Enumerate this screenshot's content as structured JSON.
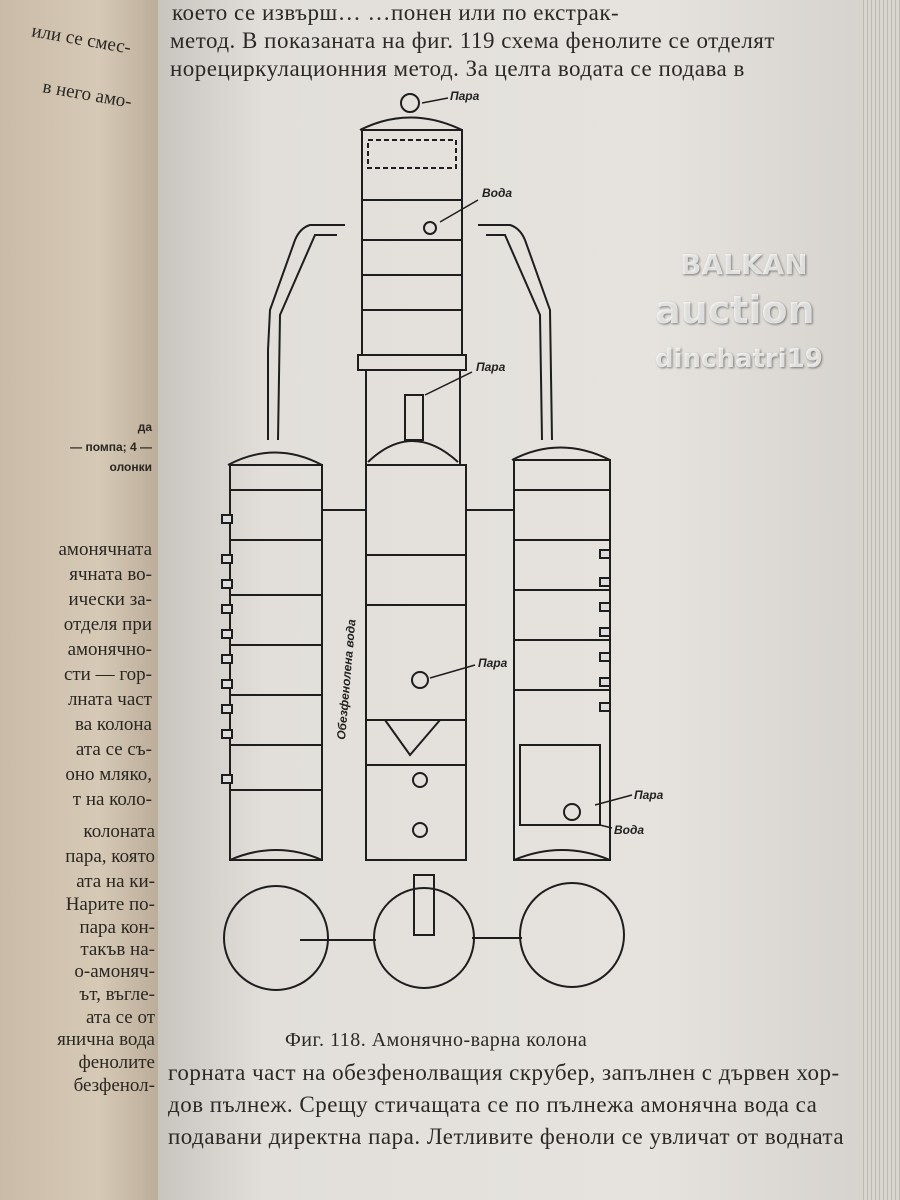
{
  "left_page": {
    "lines": [
      "или се смес-",
      "в него амо-",
      "да",
      "— помпа; 4 —",
      "олонки",
      "амонячната",
      "ячната во-",
      "ически за-",
      "отделя при",
      "амонячно-",
      "сти — гор-",
      "лната част",
      "ва колона",
      "ата се съ-",
      "оно мляко,",
      "т на коло-",
      "колоната",
      "пара, която",
      "ата на ки-",
      "Нарите по-",
      "пара кон-",
      "такъв на-",
      "о-амоняч-",
      "ът, въгле-",
      "ата се от",
      "янична вода",
      "фенолите",
      "безфенол-"
    ]
  },
  "right_page": {
    "top_lines": [
      "което се извърш…                         …понен или  по екстрак-",
      "метод. В показаната на фиг. 119 схема фенолите се отделят",
      "норециркулационния  метод. За целта водата се подава в"
    ],
    "figure": {
      "labels": {
        "steam_top": "Пара",
        "water_top": "Вода",
        "steam_mid": "Пара",
        "dephenolized_water": "Обезфенолена вода",
        "steam_lower": "Пара",
        "steam_right": "Пара",
        "water_right": "Вода"
      },
      "caption": "Фиг. 118. Амонячно-варна колона"
    },
    "bottom_lines": [
      "горната част на обезфенолващия скрубер, запълнен с дървен хор-",
      "дов пълнеж. Срещу стичащата се по пълнежа амонячна вода са",
      "подавани директна пара. Летливите феноли се увличат от водната"
    ]
  },
  "watermark": {
    "line1": "BALKAN",
    "line2": "auction",
    "line3": "dinchatri19"
  }
}
